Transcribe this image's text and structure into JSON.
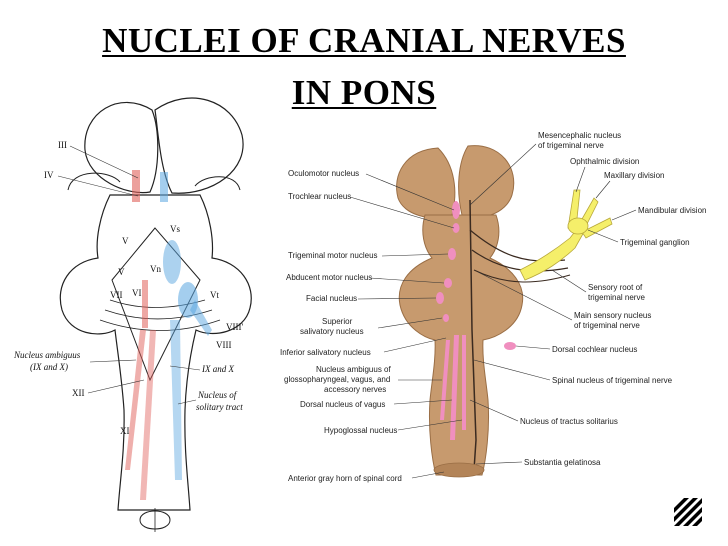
{
  "title": {
    "line1": "NUCLEI OF CRANIAL NERVES",
    "line2": "IN PONS"
  },
  "left_diagram": {
    "labels": {
      "iii": "III",
      "iv": "IV",
      "v_upper": "V",
      "vs": "Vs",
      "v_mid": "V",
      "vn": "Vn",
      "vii": "VII",
      "vi": "VI",
      "vt": "Vt",
      "viii_upper": "VIII'",
      "viii_lower": "VIII",
      "nucleus_ambiguus_line1": "Nucleus ambiguus",
      "nucleus_ambiguus_line2": "(IX and X)",
      "xii": "XII",
      "ix_x": "IX and X",
      "solitary_line1": "Nucleus of",
      "solitary_line2": "solitary tract",
      "xi": "XI"
    }
  },
  "right_diagram": {
    "labels": {
      "mesencephalic_1": "Mesencephalic nucleus",
      "mesencephalic_2": "of trigeminal nerve",
      "ophthalmic": "Ophthalmic division",
      "maxillary": "Maxillary division",
      "mandibular": "Mandibular division",
      "trigeminal_ganglion": "Trigeminal ganglion",
      "sensory_root_1": "Sensory root of",
      "sensory_root_2": "trigeminal nerve",
      "main_sensory_1": "Main sensory nucleus",
      "main_sensory_2": "of trigeminal nerve",
      "dorsal_cochlear": "Dorsal cochlear nucleus",
      "spinal_nucleus": "Spinal nucleus of trigeminal nerve",
      "tractus_solitarius": "Nucleus of tractus solitarius",
      "substantia": "Substantia gelatinosa",
      "oculomotor": "Oculomotor nucleus",
      "trochlear": "Trochlear nucleus",
      "trigeminal_motor": "Trigeminal motor nucleus",
      "abducent": "Abducent motor nucleus",
      "facial": "Facial nucleus",
      "superior_sal_1": "Superior",
      "superior_sal_2": "salivatory nucleus",
      "inferior_sal": "Inferior salivatory nucleus",
      "ambiguus_1": "Nucleus ambiguus of",
      "ambiguus_2": "glossopharyngeal, vagus, and",
      "ambiguus_3": "accessory nerves",
      "dorsal_vagus": "Dorsal nucleus of vagus",
      "hypoglossal": "Hypoglossal nucleus",
      "anterior_horn": "Anterior gray horn of spinal cord"
    }
  },
  "colors": {
    "brainstem_fill": "#c79a6e",
    "brainstem_stroke": "#9a6e45",
    "motor_pink": "#f08fbf",
    "sensory_blue": "#5aa6e0",
    "motor_red": "#e0605a",
    "nerve_yellow": "#f5ef6a",
    "title_color": "#000000"
  }
}
